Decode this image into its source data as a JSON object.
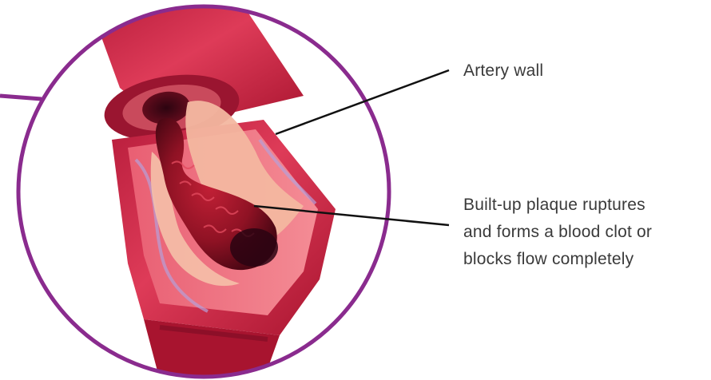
{
  "labels": {
    "artery_wall": "Artery wall",
    "plaque_lines": [
      "Built-up plaque ruptures",
      "and forms a blood clot or",
      "blocks flow completely"
    ]
  },
  "colors": {
    "circle_outline": "#8a2b8e",
    "leader_line": "#111111",
    "artery_outer": "#d2324e",
    "artery_inner_wall": "#f07a86",
    "plaque": "#f3b7a0",
    "clot": "#8f1224",
    "label_text": "#3a3a3a"
  }
}
